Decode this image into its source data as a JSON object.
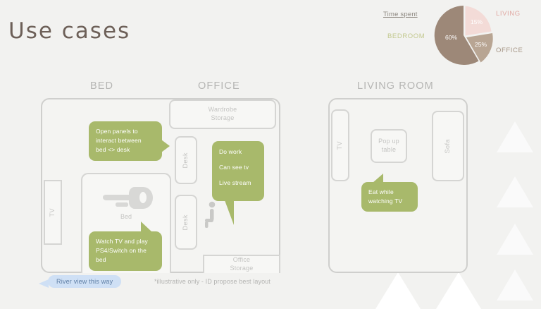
{
  "page": {
    "title": "Use cases",
    "background_color": "#f2f2f0"
  },
  "chart_data": {
    "type": "pie",
    "title": "Time spent",
    "categories": [
      "BEDROOM",
      "LIVING",
      "OFFICE"
    ],
    "values": [
      60,
      25,
      15
    ],
    "value_labels": [
      "60%",
      "25%",
      "15%"
    ],
    "colors": [
      "#9d8878",
      "#f2d7d3",
      "#b8a593"
    ],
    "legend": [
      {
        "label": "BEDROOM",
        "color": "#c3c98f",
        "value": "60%"
      },
      {
        "label": "LIVING",
        "color": "#e0a9a3",
        "value": "15%"
      },
      {
        "label": "OFFICE",
        "color": "#a59585",
        "value": "25%"
      }
    ],
    "legend_position": "sides",
    "grid": false
  },
  "rooms": {
    "headers": [
      {
        "id": "bed",
        "label": "BED"
      },
      {
        "id": "office",
        "label": "OFFICE"
      },
      {
        "id": "living",
        "label": "LIVING ROOM"
      }
    ]
  },
  "bedroom_plan": {
    "furniture": [
      {
        "id": "tv",
        "label": "TV"
      },
      {
        "id": "wardrobe",
        "label": "Wardrobe\nStorage",
        "line1": "Wardrobe",
        "line2": "Storage"
      },
      {
        "id": "desk-upper",
        "label": "Desk"
      },
      {
        "id": "desk-lower",
        "label": "Desk"
      },
      {
        "id": "bed",
        "label": "Bed"
      },
      {
        "id": "office-storage",
        "label": "Office\nStorage",
        "line1": "Office",
        "line2": "Storage"
      }
    ]
  },
  "living_plan": {
    "furniture": [
      {
        "id": "tv",
        "label": "TV"
      },
      {
        "id": "popup-table",
        "label": "Pop up\ntable",
        "line1": "Pop up",
        "line2": "table"
      },
      {
        "id": "sofa",
        "label": "Sofa"
      }
    ]
  },
  "callouts": [
    {
      "id": "open-panels",
      "lines": [
        "Open panels to",
        "interact between",
        "bed <> desk"
      ],
      "text": "Open panels to interact between bed <> desk",
      "color": "#a8b96b"
    },
    {
      "id": "office-work",
      "lines": [
        "Do work",
        "Can see tv",
        "Live stream"
      ],
      "color": "#a8b96b"
    },
    {
      "id": "watch-tv",
      "lines": [
        "Watch TV and play",
        "PS4/Switch on the",
        "bed"
      ],
      "text": "Watch TV and play PS4/Switch on the bed",
      "color": "#a8b96b"
    },
    {
      "id": "eat-watching",
      "lines": [
        "Eat while",
        "watching TV"
      ],
      "text": "Eat while watching TV",
      "color": "#a8b96b"
    }
  ],
  "notes": {
    "river_view": "River view this way",
    "river_view_color": "#cfe0f5",
    "disclaimer": "*illustrative only - ID propose best layout"
  }
}
